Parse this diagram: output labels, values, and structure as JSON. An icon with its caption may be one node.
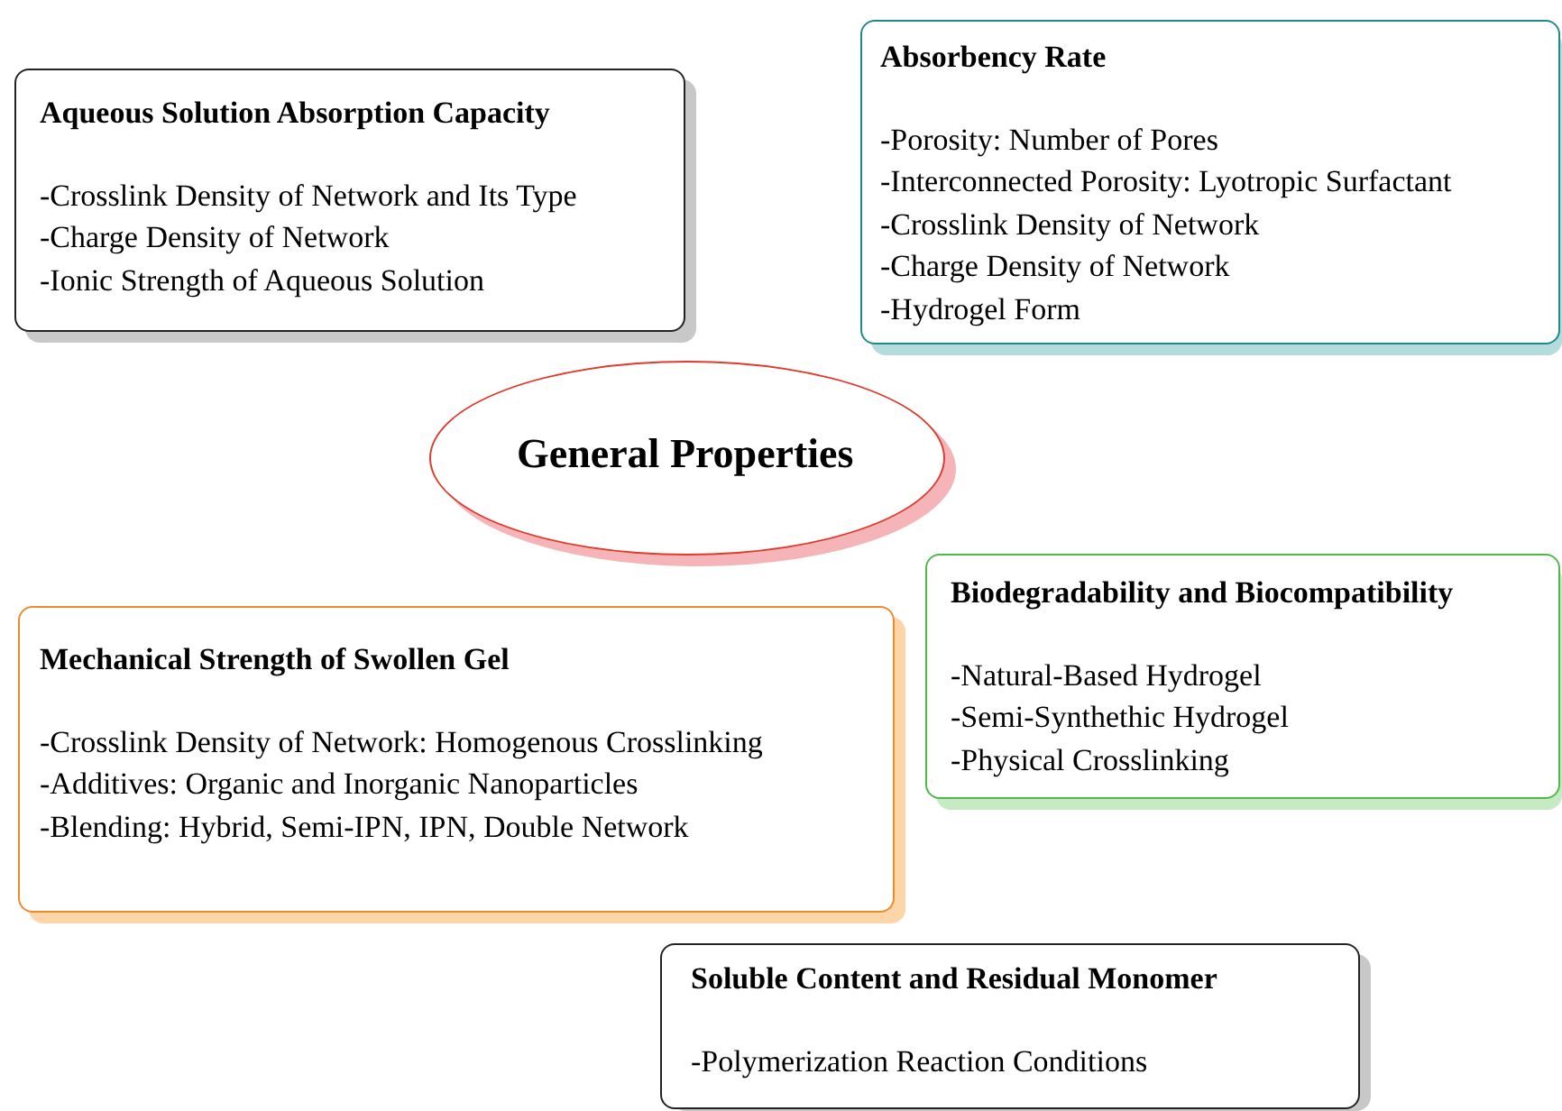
{
  "diagram": {
    "nodes": [
      {
        "text": [
          "Aqueous Solution Absorption Capacity",
          "-Crosslink Density of Network and Its Type",
          "-Charge Density of Network",
          "-Ionic Strength of Aqueous Solution"
        ]
      },
      {
        "text": [
          "Absorbency Rate",
          "-Porosity: Number of Pores",
          "-Interconnected Porosity: Lyotropic Surfactant",
          "-Crosslink Density of Network",
          "-Charge Density of Network",
          "-Hydrogel Form"
        ]
      },
      {
        "text": [
          "General Properties"
        ]
      },
      {
        "text": [
          "Biodegradability and Biocompatibility",
          "-Natural-Based Hydrogel",
          "-Semi-Synthethic Hydrogel",
          "-Physical Crosslinking"
        ]
      },
      {
        "text": [
          "Mechanical Strength of Swollen Gel",
          "-Crosslink Density of Network: Homogenous Crosslinking",
          "-Additives: Organic and Inorganic Nanoparticles",
          "-Blending: Hybrid, Semi-IPN, IPN, Double Network"
        ]
      },
      {
        "text": [
          "Soluble Content and Residual Monomer",
          "-Polymerization Reaction Conditions"
        ]
      }
    ]
  }
}
